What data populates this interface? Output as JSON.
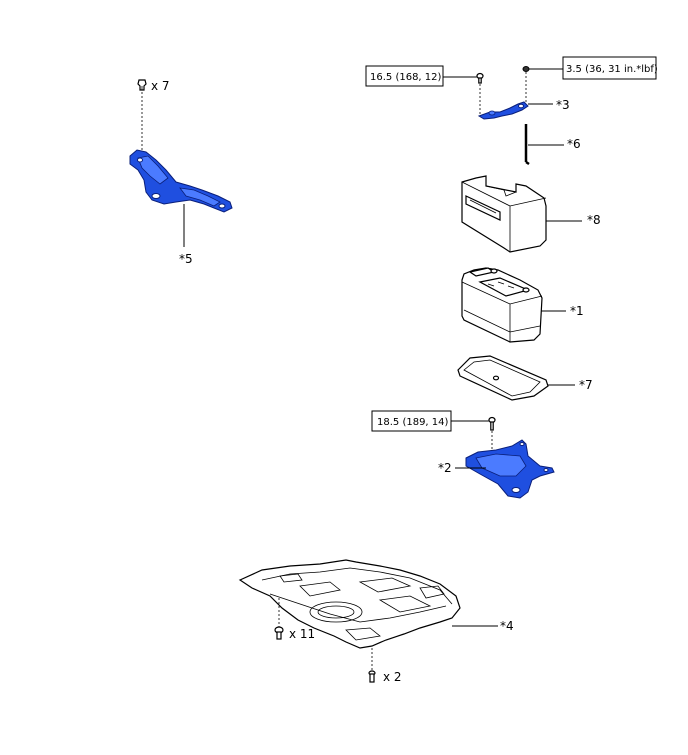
{
  "callouts": {
    "p1": "*1",
    "p2": "*2",
    "p3": "*3",
    "p4": "*4",
    "p5": "*5",
    "p6": "*6",
    "p7": "*7",
    "p8": "*8"
  },
  "quantities": {
    "clip_x7": "x 7",
    "bolt_x11": "x 11",
    "bolt_x2": "x 2"
  },
  "torque": {
    "t1": "16.5 (168, 12)",
    "t2": "3.5 (36, 31 in.*lbf)",
    "t3": "18.5 (189, 14)"
  }
}
